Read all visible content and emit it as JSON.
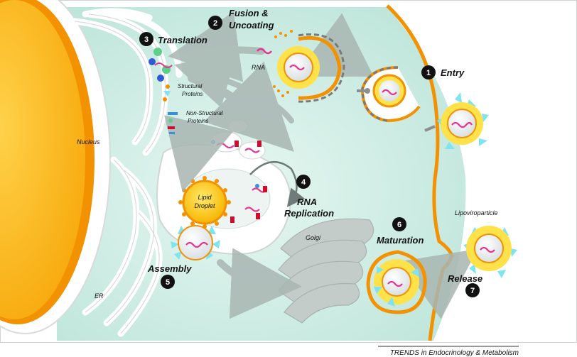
{
  "steps": [
    {
      "number": "1",
      "label": "Entry"
    },
    {
      "number": "2",
      "label_line1": "Fusion &",
      "label_line2": "Uncoating"
    },
    {
      "number": "3",
      "label": "Translation"
    },
    {
      "number": "4",
      "label_line1": "RNA",
      "label_line2": "Replication"
    },
    {
      "number": "5",
      "label": "Assembly"
    },
    {
      "number": "6",
      "label": "Maturation"
    },
    {
      "number": "7",
      "label": "Release"
    }
  ],
  "labels": {
    "nucleus": "Nucleus",
    "er": "ER",
    "golgi": "Golgi",
    "lipid_droplet_line1": "Lipid",
    "lipid_droplet_line2": "Droplet",
    "rna": "RNA",
    "structural_line1": "Structural",
    "structural_line2": "Proteins",
    "nonstructural_line1": "Non-Structural",
    "nonstructural_line2": "Proteins",
    "lipoviroparticle": "Lipoviroparticle"
  },
  "footer": {
    "credit": "TRENDS in Endocrinology & Metabolism"
  },
  "colors": {
    "cytoplasm": "#cfeee5",
    "membrane_orange": "#f39200",
    "nucleus_yellow": "#fdb515",
    "virion_yellow": "#ffe14a",
    "spike_cyan": "#7fe3f0",
    "rna_pink": "#e8338f",
    "grey_arrow": "#a9b6b2"
  }
}
